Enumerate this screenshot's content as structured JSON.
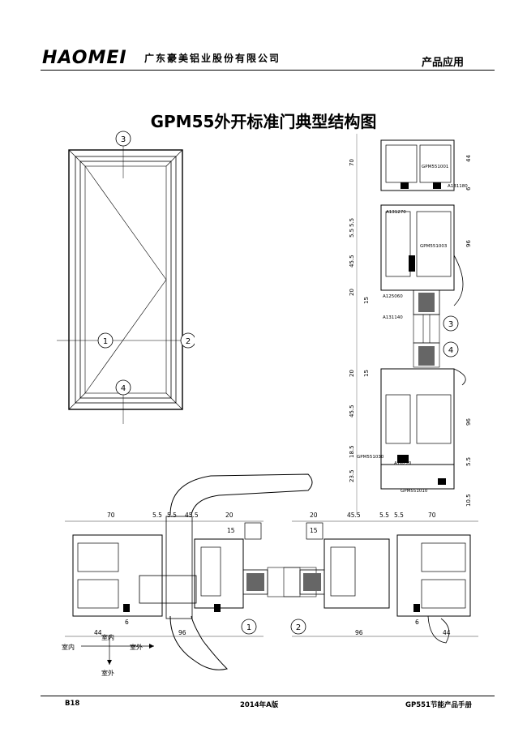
{
  "header": {
    "brand": "HAOMEI",
    "company": "广东豪美铝业股份有限公司",
    "section": "产品应用"
  },
  "title": "GPM55外开标准门典型结构图",
  "elevation": {
    "callouts": [
      "3",
      "1",
      "2",
      "4"
    ]
  },
  "vertical_section": {
    "dims": [
      "70",
      "44",
      "6",
      "5.5",
      "5.5",
      "45.5",
      "96",
      "20",
      "15",
      "20",
      "15",
      "45.5",
      "96",
      "18.5",
      "5.5",
      "23.5",
      "10.5"
    ],
    "parts": [
      "GPM551001",
      "A131180",
      "A131270",
      "GPM551003",
      "A125060",
      "A131140",
      "GPM551030",
      "A16270",
      "GPM551010"
    ],
    "callouts": [
      "3",
      "4"
    ]
  },
  "horizontal_section": {
    "left_dims": [
      "70",
      "5.5",
      "5.5",
      "45.5",
      "20",
      "15",
      "44",
      "6",
      "96"
    ],
    "right_dims": [
      "20",
      "45.5",
      "5.5",
      "5.5",
      "70",
      "15",
      "96",
      "6",
      "44"
    ],
    "callouts": [
      "1",
      "2"
    ]
  },
  "orientation": {
    "inside": "室内",
    "outside": "室外"
  },
  "footer": {
    "page": "B18",
    "edition": "2014年A版",
    "manual": "GP551节能产品手册"
  }
}
